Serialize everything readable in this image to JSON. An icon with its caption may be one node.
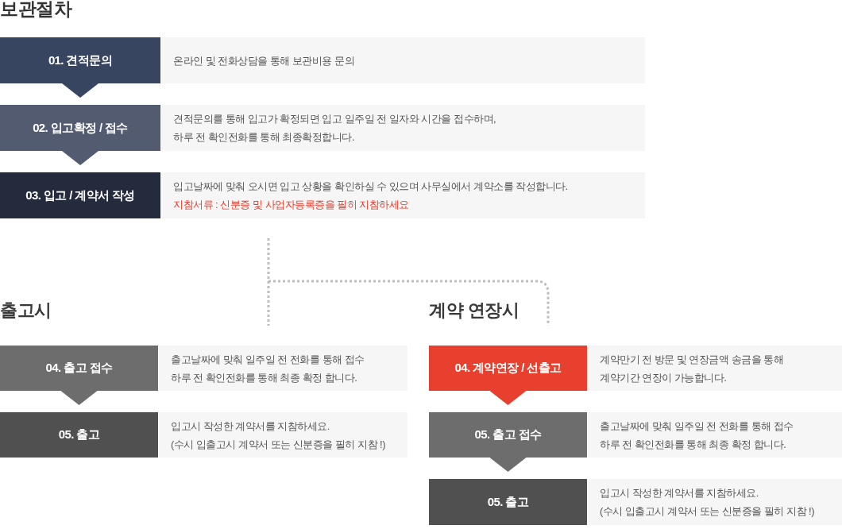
{
  "diagram": {
    "title": "보관절차",
    "nodes": [
      {
        "text": [
          "01. 견적문의"
        ]
      },
      {
        "text": [
          "온라인 및 전화상담을 통해 보관비용 문의"
        ]
      },
      {
        "text": [
          "02. 입고확정 / 접수"
        ]
      },
      {
        "text": [
          "견적문의를 통해 입고가 확정되면 입고 일주일 전 일자와 시간을 접수하며, 하루 전 확인전화를 통해 최종확정합니다."
        ]
      },
      {
        "text": [
          "03. 입고 / 계약서 작성"
        ]
      },
      {
        "text": [
          "입고날짜에 맞춰 오시면 입고 상황을 확인하실 수 있으며 사무실에서 계약소를 작성합니다.",
          "지참서류 : 신분증 및 사업자등록증을 필히 지참하세요"
        ]
      },
      {
        "text": [
          "04. 출고 접수"
        ]
      },
      {
        "text": [
          "출고날짜에 맞춰 일주일 전 전화를 통해 접수 하루 전 확인전화를 통해 최종 확정 합니다."
        ]
      },
      {
        "text": [
          "05. 출고"
        ]
      },
      {
        "text": [
          "입고시 작성한 계약서를 지참하세요. (수시 입출고시 계약서 또는 신분증을 필히 지참 !)"
        ]
      },
      {
        "text": [
          "04. 계약연장 / 선출고"
        ]
      },
      {
        "text": [
          "계약만기 전 방문 및 연장금액 송금을 통해 계약기간 연장이 가능합니다."
        ]
      },
      {
        "text": [
          "05. 출고 접수"
        ]
      },
      {
        "text": [
          "출고날짜에 맞춰 일주일 전 전화를 통해 접수 하루 전 확인전화를 통해 최종 확정 합니다."
        ]
      },
      {
        "text": [
          "05. 출고"
        ]
      },
      {
        "text": [
          "입고시 작성한 계약서를 지참하세요. (수시 입출고시 계약서 또는 신분증을 필히 지참 !)"
        ]
      }
    ],
    "edges": [
      {
        "from": 0,
        "to": 2,
        "arrow": "to",
        "color": "#384560"
      },
      {
        "from": 2,
        "to": 4,
        "arrow": "to",
        "color": "#535b70"
      },
      {
        "from": 6,
        "to": 8,
        "arrow": "to"
      },
      {
        "from": 10,
        "to": 12,
        "arrow": "to",
        "color": "#e8402f"
      },
      {
        "from": 12,
        "to": 14,
        "arrow": "to"
      }
    ],
    "labels": [
      "출고시",
      "계약 연장시"
    ]
  }
}
